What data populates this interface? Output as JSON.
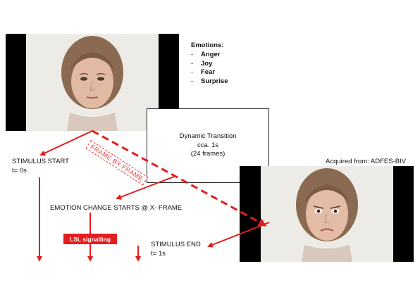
{
  "emotions": {
    "title": "Emotions:",
    "items": [
      "Anger",
      "Joy",
      "Fear",
      "Surprise"
    ]
  },
  "transition": {
    "line1": "Dynamic Transition",
    "line2": "cca. 1s",
    "line3": "(24 frames)"
  },
  "frame_by_frame": "FRAME BY FRAME",
  "acquired_from": "Acquired from: ADFES-BIV",
  "stimulus_start": {
    "label": "STIMULUS START",
    "time": "t= 0s"
  },
  "emotion_change": "EMOTION CHANGE STARTS @ X- FRAME",
  "lsl_label": "LSL signalling",
  "stimulus_end": {
    "label": "STIMULUS END",
    "time": "t= 1s"
  },
  "colors": {
    "accent_red": "#e31e1e",
    "frame_black": "#000000",
    "background": "#ffffff"
  }
}
